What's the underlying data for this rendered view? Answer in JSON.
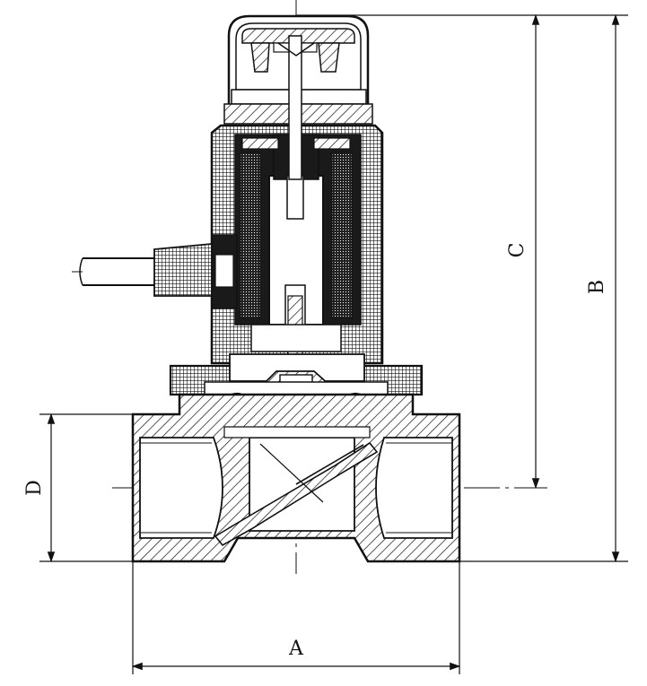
{
  "drawing": {
    "line_color": "#111111",
    "fill_dark": "#1a1a1a",
    "background": "#ffffff",
    "dimensions": {
      "a": "A",
      "b": "B",
      "c": "C",
      "d": "D"
    }
  }
}
